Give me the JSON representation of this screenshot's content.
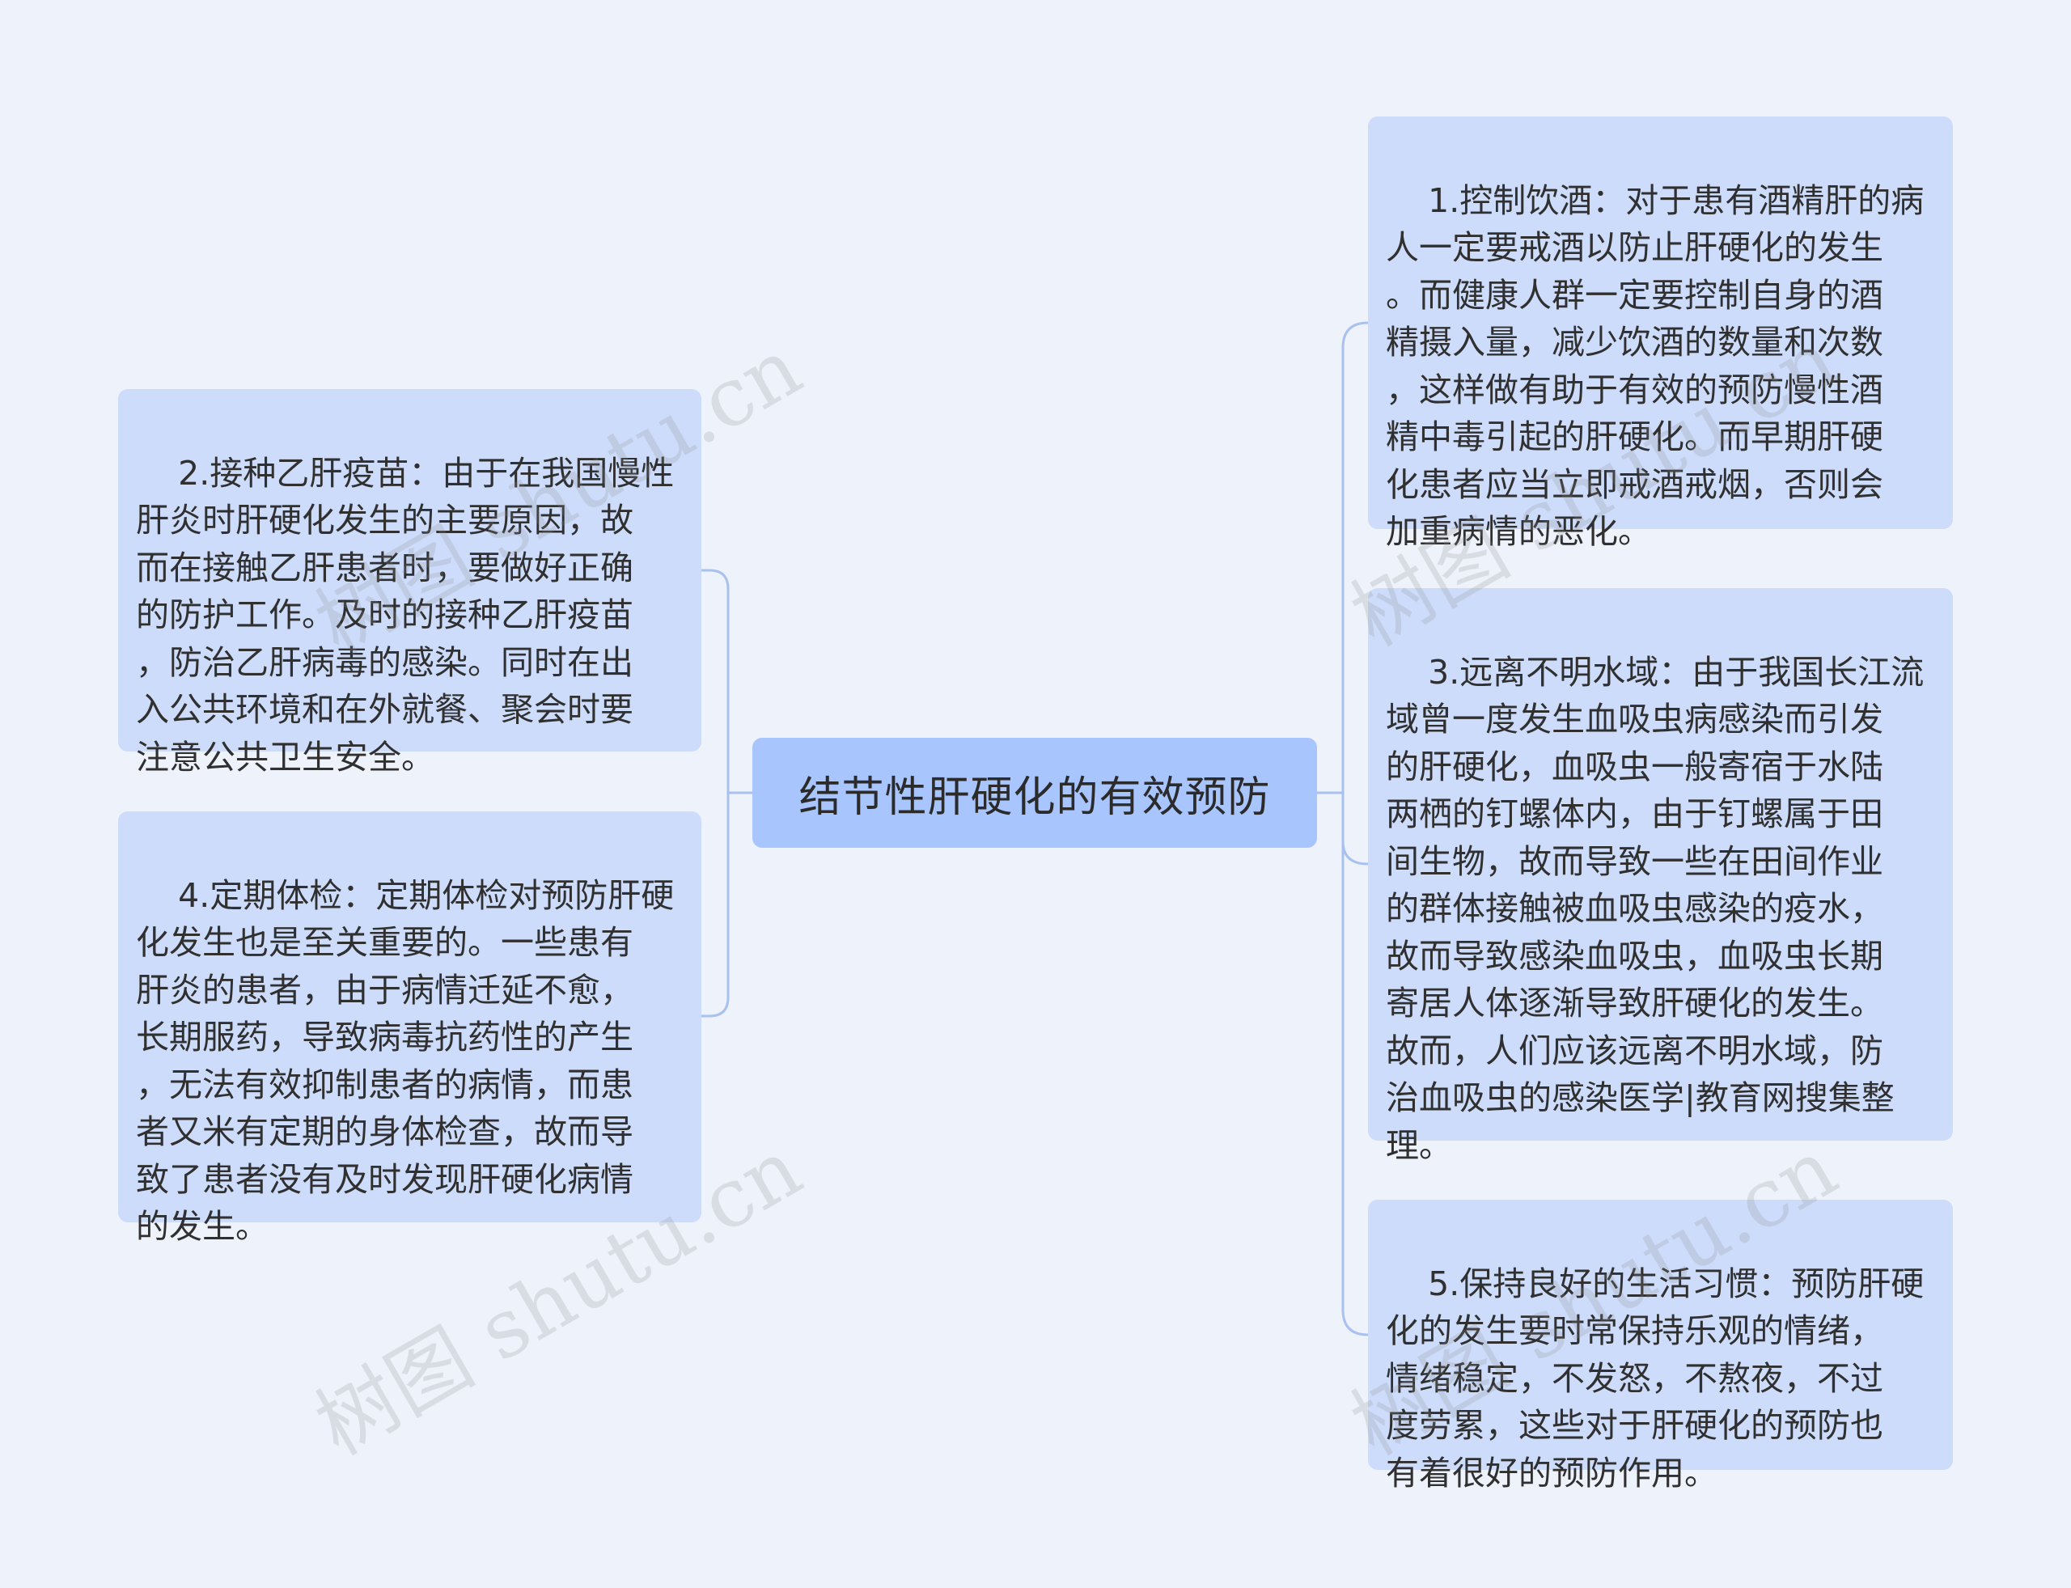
{
  "central_topic": "结节性肝硬化的有效预防",
  "left_branches": [
    {
      "text": "2.接种乙肝疫苗：由于在我国慢性\n肝炎时肝硬化发生的主要原因，故\n而在接触乙肝患者时，要做好正确\n的防护工作。及时的接种乙肝疫苗\n，防治乙肝病毒的感染。同时在出\n入公共环境和在外就餐、聚会时要\n注意公共卫生安全。"
    },
    {
      "text": "4.定期体检：定期体检对预防肝硬\n化发生也是至关重要的。一些患有\n肝炎的患者，由于病情迁延不愈，\n长期服药，导致病毒抗药性的产生\n，无法有效抑制患者的病情，而患\n者又米有定期的身体检查，故而导\n致了患者没有及时发现肝硬化病情\n的发生。"
    }
  ],
  "right_branches": [
    {
      "text": "1.控制饮酒：对于患有酒精肝的病\n人一定要戒酒以防止肝硬化的发生\n。而健康人群一定要控制自身的酒\n精摄入量，减少饮酒的数量和次数\n，这样做有助于有效的预防慢性酒\n精中毒引起的肝硬化。而早期肝硬\n化患者应当立即戒酒戒烟，否则会\n加重病情的恶化。"
    },
    {
      "text": "3.远离不明水域：由于我国长江流\n域曾一度发生血吸虫病感染而引发\n的肝硬化，血吸虫一般寄宿于水陆\n两栖的钉螺体内，由于钉螺属于田\n间生物，故而导致一些在田间作业\n的群体接触被血吸虫感染的疫水，\n故而导致感染血吸虫，血吸虫长期\n寄居人体逐渐导致肝硬化的发生。\n故而，人们应该远离不明水域，防\n治血吸虫的感染医学|教育网搜集整\n理。"
    },
    {
      "text": "5.保持良好的生活习惯：预防肝硬\n化的发生要时常保持乐观的情绪，\n情绪稳定，不发怒，不熬夜，不过\n度劳累，这些对于肝硬化的预防也\n有着很好的预防作用。"
    }
  ],
  "watermark": "树图 shutu.cn",
  "colors": {
    "background": "#eef2fb",
    "central_fill": "#a9c5fd",
    "leaf_fill": "#cddcfb",
    "connector": "#a8c1ee"
  }
}
